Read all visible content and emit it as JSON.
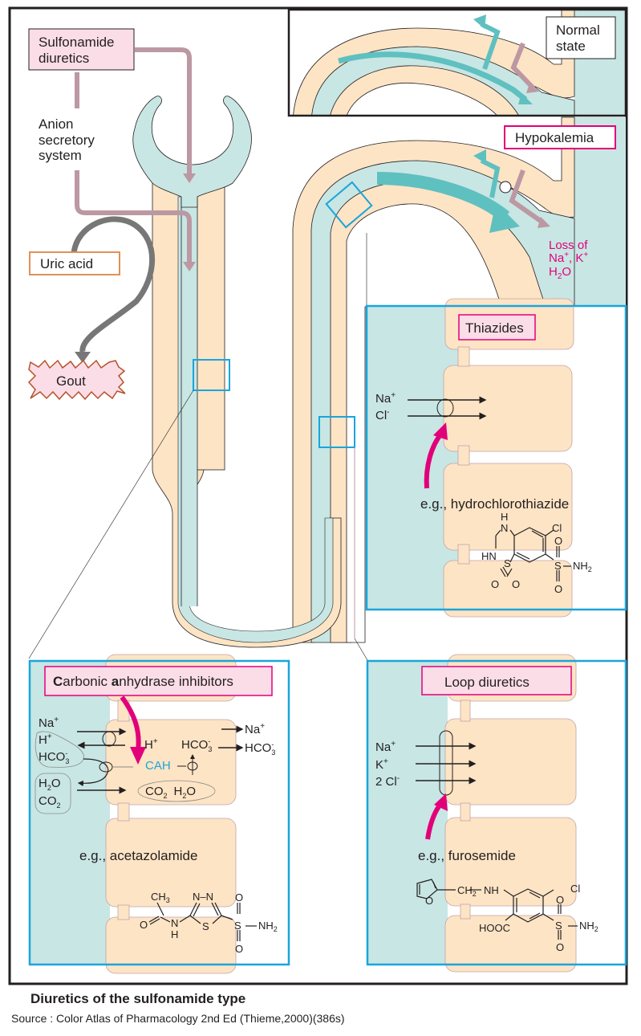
{
  "figure": {
    "caption_title": "Diuretics of the sulfonamide type",
    "caption_source": "Source : Color Atlas of Pharmacology 2nd Ed (Thieme,2000)(386s)"
  },
  "colors": {
    "tubule_wall": "#fde4c5",
    "lumen": "#c8e6e4",
    "mauve_arrow": "#bc98a2",
    "teal_arrow": "#5fc0c0",
    "magenta": "#e2007a",
    "callout_blue": "#1aa5dc",
    "gout_border": "#b5522a",
    "uric_border": "#e0915a",
    "label_pink_bg": "#fbdde8",
    "grey_arrow": "#777777"
  },
  "left_labels": {
    "sulfonamide": [
      "Sulfonamide",
      "diuretics"
    ],
    "anion": [
      "Anion",
      "secretory",
      "system"
    ],
    "uric_acid": "Uric acid",
    "gout": "Gout"
  },
  "top_right": {
    "normal_state": [
      "Normal",
      "state"
    ],
    "hypokalemia": "Hypokalemia",
    "loss": {
      "line1": "Loss of",
      "na": "Na",
      "k": "K",
      "h2o_h": "H",
      "h2o_sub": "2",
      "h2o_o": "O",
      "plus": "+"
    }
  },
  "thiazides": {
    "title": "Thiazides",
    "ions": [
      {
        "sym": "Na",
        "charge": "+"
      },
      {
        "sym": "Cl",
        "charge": "-"
      }
    ],
    "example": "e.g., hydrochlorothiazide",
    "structure_labels": {
      "H": "H",
      "N": "N",
      "Cl": "Cl",
      "HN": "HN",
      "S": "S",
      "O": "O",
      "NH2": "NH",
      "sub2": "2"
    }
  },
  "carbonic": {
    "title_C": "C",
    "title_rest1": "arbonic ",
    "title_a": "a",
    "title_rest2": "nhydrase inhibitors",
    "left_ions": [
      {
        "sym": "Na",
        "charge": "+"
      },
      {
        "sym": "H",
        "charge": "+"
      },
      {
        "sym": "HCO",
        "sub": "3",
        "charge": "-"
      }
    ],
    "left_gas": [
      {
        "sym": "H",
        "sub": "2",
        "tail": "O"
      },
      {
        "sym": "CO",
        "sub": "2",
        "tail": ""
      }
    ],
    "cell": {
      "h_plus": "H",
      "hco3": "HCO",
      "cah": "CAH",
      "co2": "CO",
      "h2o": "H",
      "o": "O"
    },
    "right": {
      "na": "Na",
      "hco3": "HCO"
    },
    "example": "e.g., acetazolamide",
    "structure_labels": {
      "CH3": "CH",
      "sub3": "3",
      "NN": "N–N",
      "O": "O",
      "N": "N",
      "H": "H",
      "S": "S",
      "NH2": "NH",
      "sub2": "2"
    }
  },
  "loop": {
    "title": "Loop diuretics",
    "ions": [
      {
        "sym": "Na",
        "charge": "+"
      },
      {
        "sym": "K",
        "charge": "+"
      },
      {
        "sym": "2 Cl",
        "charge": "-"
      }
    ],
    "example": "e.g., furosemide",
    "structure_labels": {
      "CH2NH": "CH",
      "sub2": "2",
      "NH": "NH",
      "O": "O",
      "Cl": "Cl",
      "HOOC": "HOOC",
      "S": "S",
      "NH2": "NH"
    }
  }
}
